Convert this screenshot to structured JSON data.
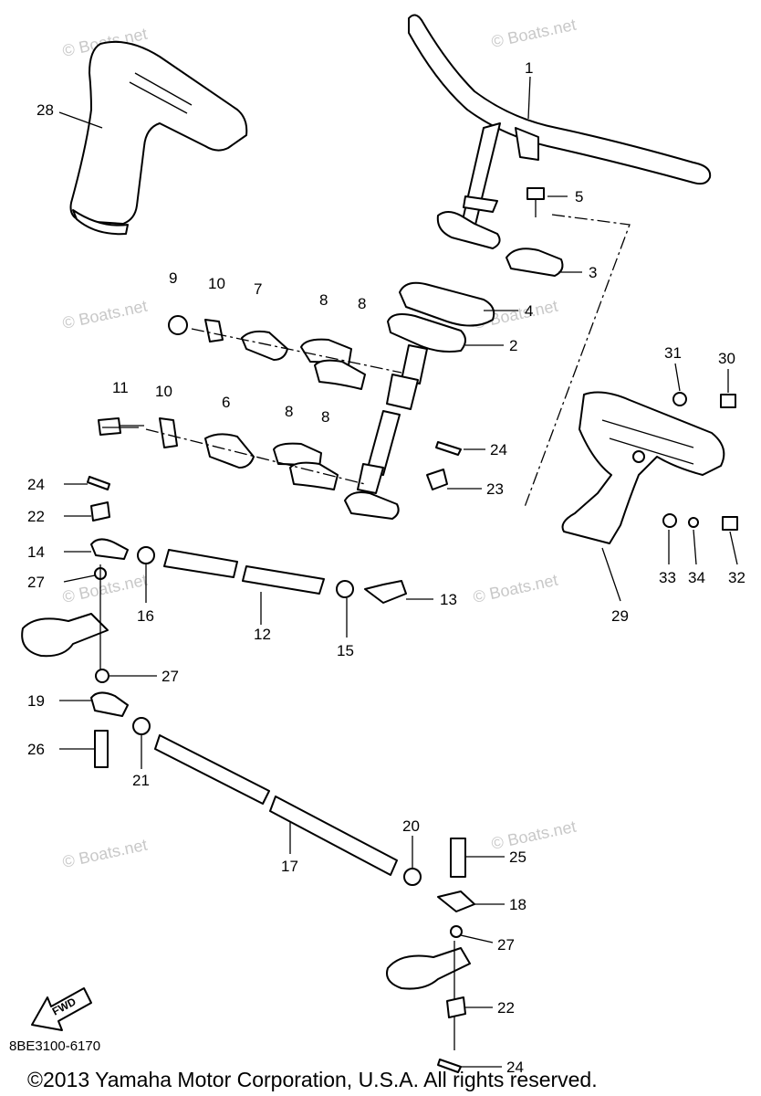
{
  "watermark": "© Boats.net",
  "diagram_code": "8BE3100-6170",
  "copyright": "©2013 Yamaha Motor Corporation, U.S.A. All rights reserved.",
  "fwd_label": "FWD",
  "callouts": [
    "1",
    "2",
    "3",
    "4",
    "5",
    "6",
    "7",
    "8",
    "8",
    "8",
    "8",
    "9",
    "10",
    "10",
    "11",
    "12",
    "13",
    "14",
    "15",
    "16",
    "17",
    "18",
    "19",
    "20",
    "21",
    "22",
    "22",
    "23",
    "24",
    "24",
    "24",
    "25",
    "26",
    "27",
    "27",
    "27",
    "28",
    "29",
    "30",
    "31",
    "32",
    "33",
    "34"
  ]
}
